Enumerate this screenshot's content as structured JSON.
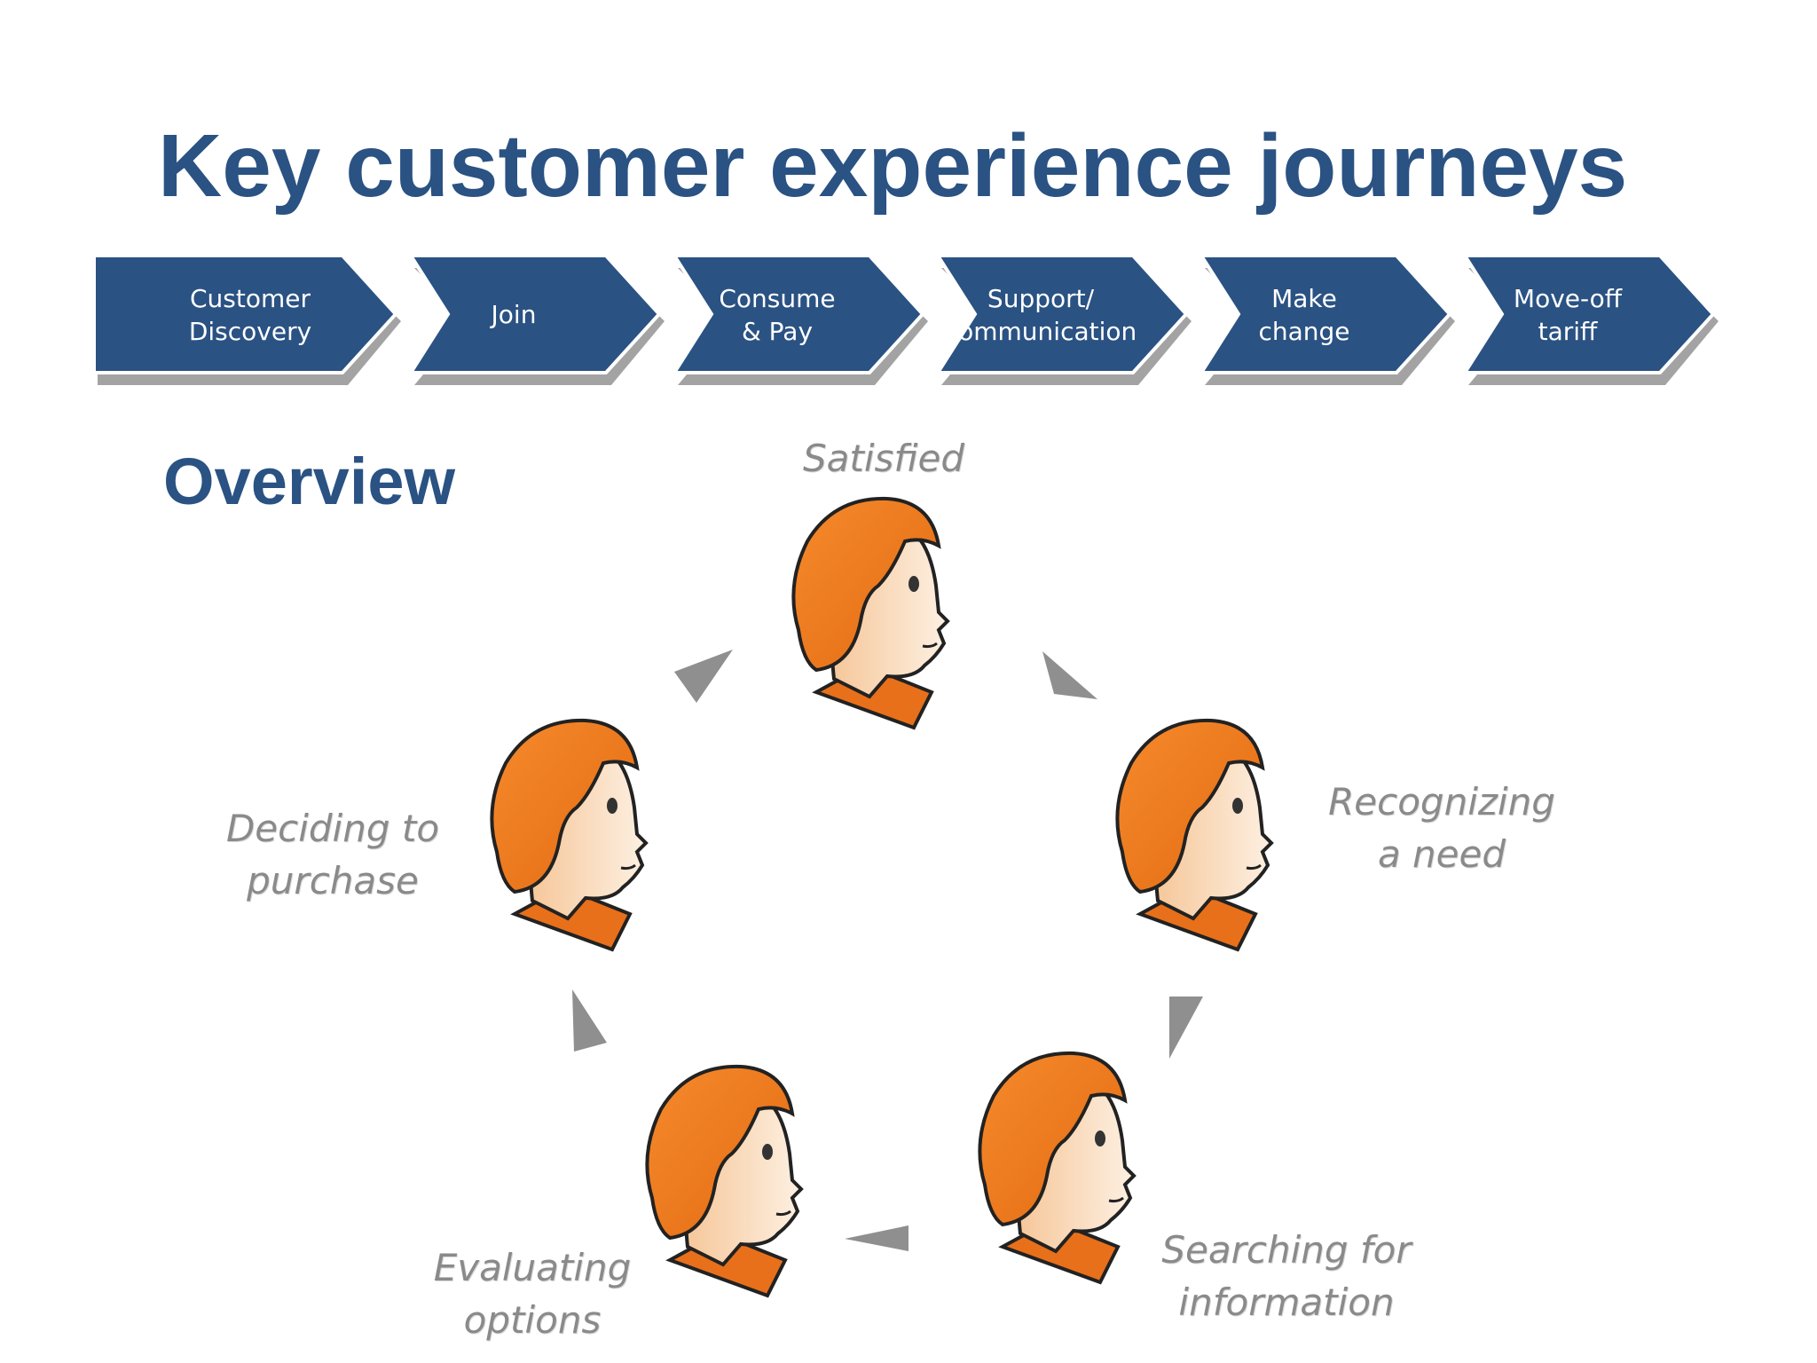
{
  "title": "Key customer experience journeys",
  "journey_steps": [
    {
      "label": "Customer Discovery"
    },
    {
      "label": "Join"
    },
    {
      "label": "Consume\n& Pay"
    },
    {
      "label": "Support/\ncommunication"
    },
    {
      "label": "Make\nchange"
    },
    {
      "label": "Move-off\ntariff"
    }
  ],
  "overview": {
    "heading": "Overview",
    "cycle_stages": [
      {
        "label": "Satisfied"
      },
      {
        "label": "Recognizing\na need"
      },
      {
        "label": "Searching for\ninformation"
      },
      {
        "label": "Evaluating\noptions"
      },
      {
        "label": "Deciding to\npurchase"
      }
    ]
  },
  "colors": {
    "title": "#2a5283",
    "chevron_fill": "#2a5283",
    "chevron_shadow": "#9a9a9a",
    "hair": "#ee7b22",
    "skin": "#fbe3c9",
    "arrow": "#8f8f8f",
    "stage_text": "#8a8a8a"
  }
}
